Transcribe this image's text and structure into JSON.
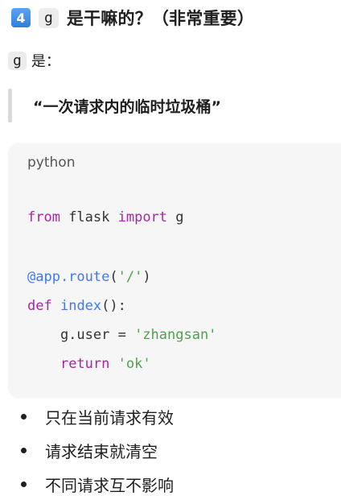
{
  "heading": {
    "badge": "4",
    "code": "g",
    "text": "是干嘛的？（非常重要）"
  },
  "definition": {
    "code": "g",
    "text": "是："
  },
  "quote": {
    "text": "“一次请求内的临时垃圾桶”"
  },
  "code_block": {
    "language": "python",
    "line1": {
      "kw_from": "from",
      "mid": " flask ",
      "kw_import": "import",
      "end": " g"
    },
    "line2": {
      "decorator": "@app.route",
      "open": "(",
      "arg": "'/'",
      "close": ")"
    },
    "line3": {
      "kw_def": "def",
      "space": " ",
      "fname": "index",
      "rest": "():"
    },
    "line4": {
      "indent_left": "    g.user = ",
      "value": "'zhangsan'"
    },
    "line5": {
      "indent": "    ",
      "kw_return": "return",
      "space": " ",
      "value": "'ok'"
    }
  },
  "bullets": [
    "只在当前请求有效",
    "请求结束就清空",
    "不同请求互不影响"
  ]
}
